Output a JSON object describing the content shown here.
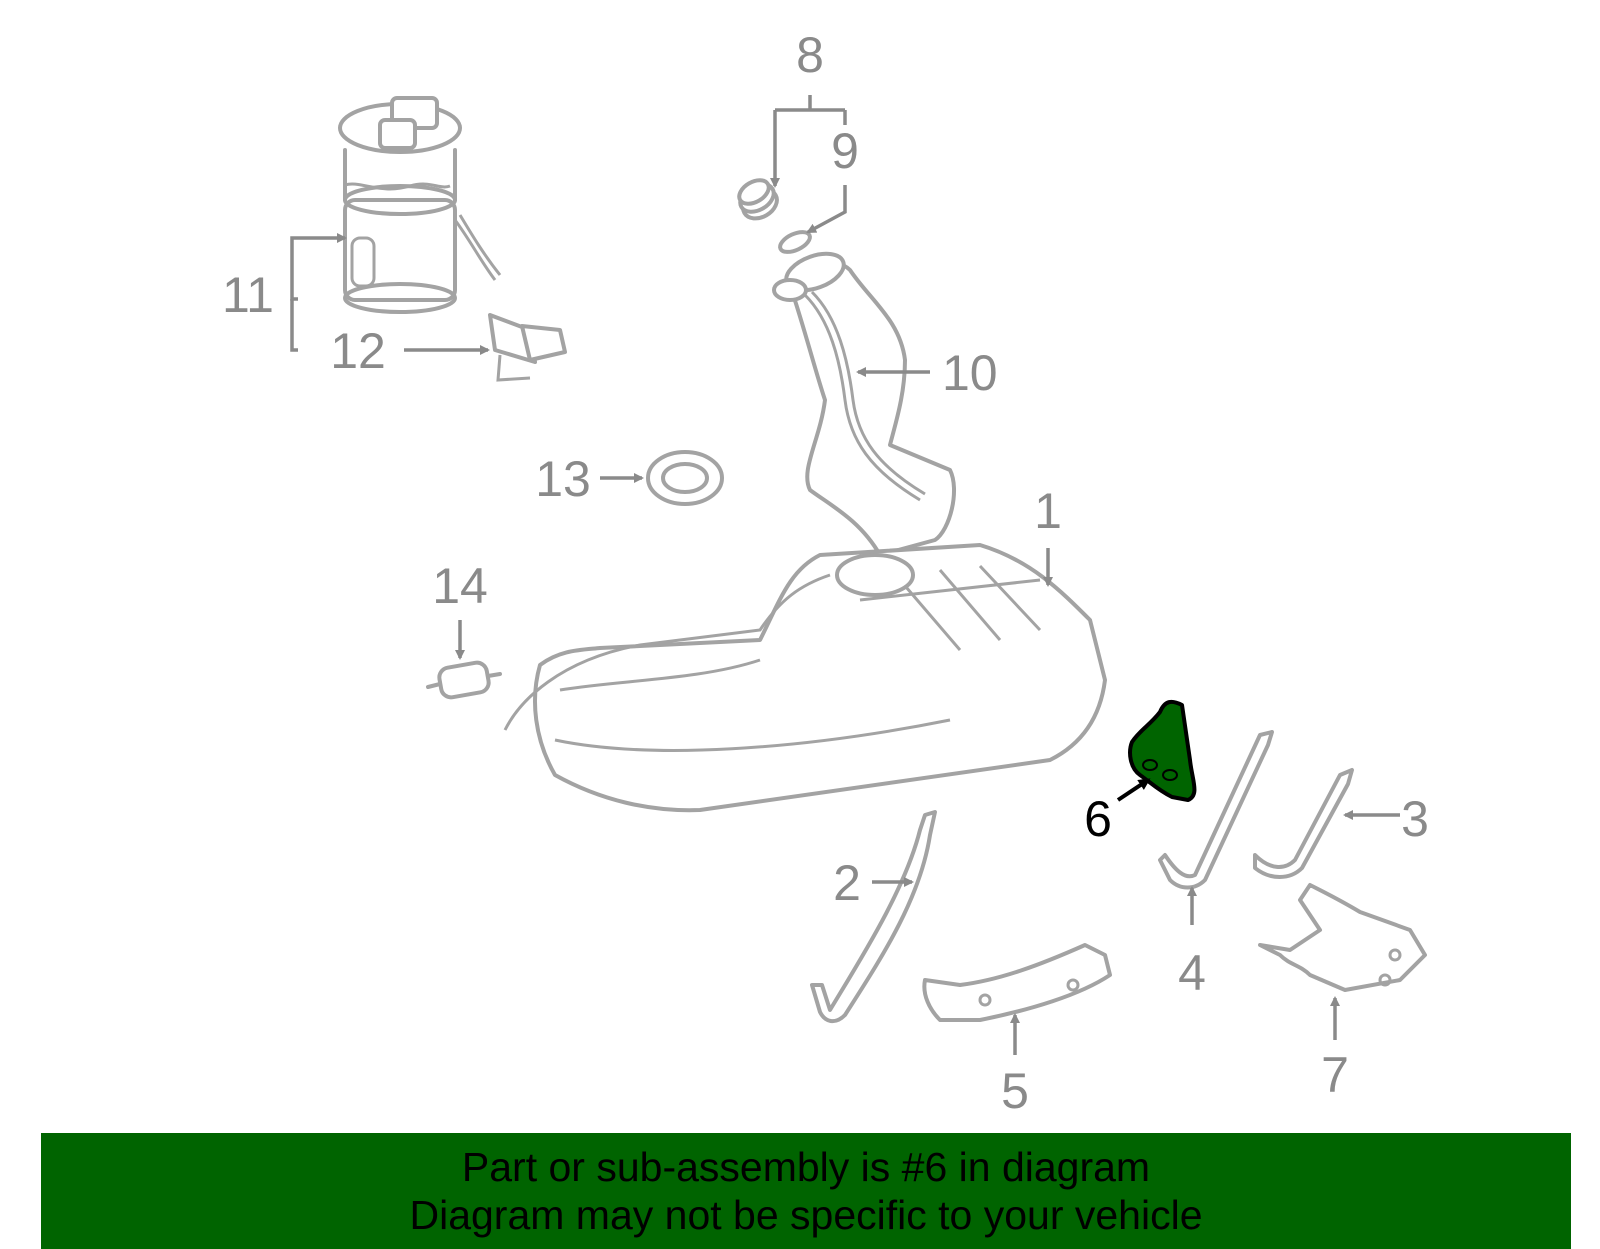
{
  "diagram": {
    "callouts": {
      "c1": "1",
      "c2": "2",
      "c3": "3",
      "c4": "4",
      "c5": "5",
      "c6": "6",
      "c7": "7",
      "c8": "8",
      "c9": "9",
      "c10": "10",
      "c11": "11",
      "c12": "12",
      "c13": "13",
      "c14": "14"
    },
    "highlight_part": "6",
    "colors": {
      "part_line": "#a3a3a3",
      "callout": "#8a8a8a",
      "highlight": "#006400",
      "banner": "#006400"
    }
  },
  "banner": {
    "line1": "Part or sub-assembly is #6 in diagram",
    "line2": "Diagram may not be specific to your vehicle"
  }
}
